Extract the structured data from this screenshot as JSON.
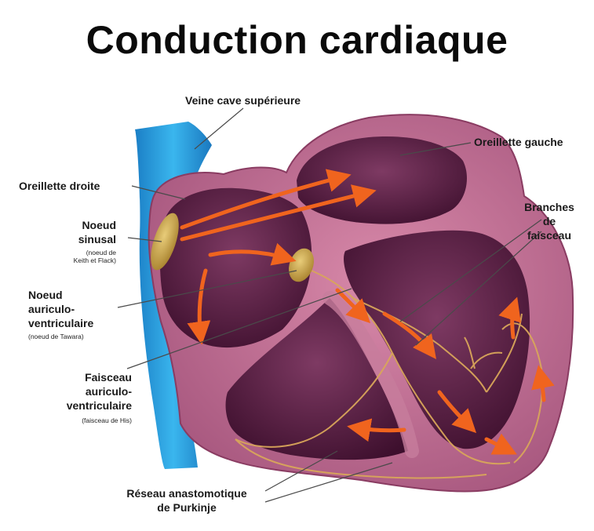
{
  "title": "Conduction cardiaque",
  "labels": {
    "veine_cave": "Veine cave supérieure",
    "oreillette_gauche": "Oreillette gauche",
    "oreillette_droite": "Oreillette droite",
    "branches": [
      "Branches",
      "de",
      "faisceau"
    ],
    "noeud_sinusal": [
      "Noeud",
      "sinusal"
    ],
    "noeud_sinusal_note": [
      "(noeud de",
      "Keith et Flack)"
    ],
    "noeud_av": [
      "Noeud",
      "auriculo-",
      "ventriculaire"
    ],
    "noeud_av_note": "(noeud de Tawara)",
    "faisceau": [
      "Faisceau",
      "auriculo-",
      "ventriculaire"
    ],
    "faisceau_note": "(faisceau de His)",
    "reseau": [
      "Réseau anastomotique",
      "de Purkinje"
    ]
  },
  "colors": {
    "vein": "#2aa3e0",
    "heart_wall": "#b7648c",
    "chamber": "#5a1f44",
    "node": "#c9a44a",
    "arrow": "#f0641e",
    "fiber": "#d9a65a"
  }
}
